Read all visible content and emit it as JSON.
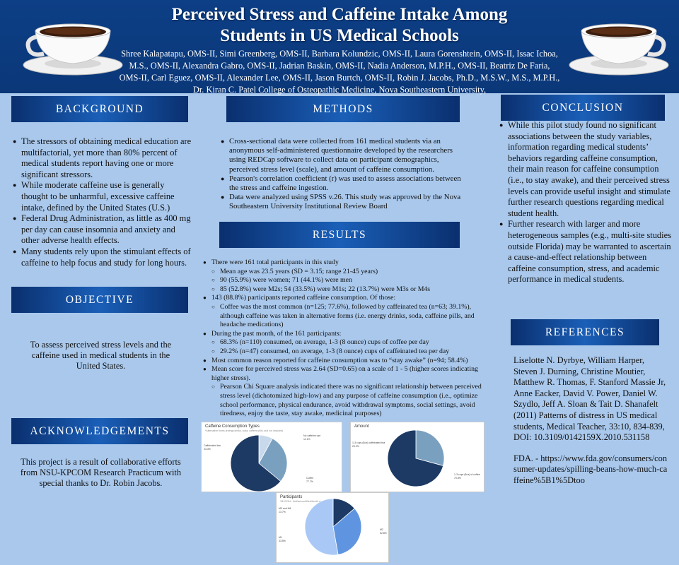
{
  "header": {
    "title_line1": "Perceived Stress and Caffeine Intake Among",
    "title_line2": "Students in US Medical Schools",
    "authors_line1": "Shree Kalapatapu, OMS-II, Simi Greenberg, OMS-II, Barbara Kolundzic, OMS-II, Laura Gorenshtein, OMS-II, Issac Ichoa,",
    "authors_line2": "M.S., OMS-II, Alexandra Gabro, OMS-II, Jadrian Baskin, OMS-II, Nadia Anderson, M.P.H., OMS-II, Beatriz De Faria,",
    "authors_line3": "OMS-II, Carl Eguez, OMS-II, Alexander Lee, OMS-II, Jason Burtch, OMS-II, Robin J. Jacobs, Ph.D., M.S.W., M.S., M.P.H.,",
    "authors_line4": "Dr. Kiran C. Patel College of Osteopathic Medicine, Nova Southeastern University,"
  },
  "background": {
    "heading": "BACKGROUND",
    "bullets": [
      "The stressors of obtaining medical education are multifactorial, yet more than 80% percent of medical students report having one or more significant stressors.",
      "While moderate caffeine use is generally thought to be unharmful, excessive caffeine intake, defined by the United States (U.S.)",
      "Federal Drug Administration, as little as 400 mg per day can cause insomnia and anxiety and other adverse health effects.",
      "Many students rely upon the stimulant effects of caffeine to help focus and study for long hours."
    ]
  },
  "objective": {
    "heading": "OBJECTIVE",
    "text": "To assess perceived stress levels and the caffeine used in medical students in the United States."
  },
  "acknowledgements": {
    "heading": "ACKNOWLEDGEMENTS",
    "text": "This project is a result of collaborative efforts from NSU-KPCOM Research Practicum with special thanks to Dr. Robin Jacobs."
  },
  "methods": {
    "heading": "METHODS",
    "bullets": [
      "Cross-sectional data were collected from 161 medical students via an anonymous self-administered questionnaire developed by the researchers using REDCap software to collect data on participant demographics, perceived stress level (scale), and amount of caffeine consumption.",
      "Pearson's correlation coefficient (r) was used to assess associations between the stress and caffeine ingestion.",
      "Data were analyzed using SPSS v.26. This study was approved by the Nova Southeastern University Institutional Review Board"
    ]
  },
  "results": {
    "heading": "RESULTS",
    "b1": "There were 161 total participants in this study",
    "b1s1": "Mean age was 23.5 years (SD = 3.15; range 21-45 years)",
    "b1s2": "90 (55.9%) were women; 71 (44.1%) were men",
    "b1s3": "85 (52.8%) were M2s; 54 (33.5%) were M1s; 22 (13.7%) were M3s or M4s",
    "b2": "143 (88.8%) participants reported caffeine consumption. Of those:",
    "b2s1": "Coffee was the most common (n=125; 77.6%), followed by caffeinated tea (n=63; 39.1%), although caffeine was taken in alternative forms (i.e. energy drinks, soda, caffeine pills, and headache medications)",
    "b3": "During the past month, of the 161 participants:",
    "b3s1": "68.3% (n=110) consumed, on average, 1-3 (8 ounce) cups of coffee per day",
    "b3s2": "29.2% (n=47) consumed, on average, 1-3 (8 ounce) cups of caffeinated tea per day",
    "b4": "Most common reason reported for caffeine consumption was to “stay awake” (n=94; 58.4%)",
    "b5": "Mean score for perceived stress was 2.64 (SD=0.65) on a scale of 1 - 5 (higher scores indicating higher stress).",
    "b5s1": "Pearson Chi Square analysis indicated there was no significant relationship between perceived stress level (dichotomized high-low) and any purpose of caffeine consumption (i.e., optimize school performance, physical endurance, avoid withdrawal symptoms, social settings, avoid tiredness, enjoy the taste, stay awake, medicinal purposes)"
  },
  "conclusion": {
    "heading": "CONCLUSION",
    "bullets": [
      "While this pilot study found no significant associations between the study variables, information regarding medical students’ behaviors regarding caffeine consumption, their main reason for caffeine consumption (i.e., to stay awake), and their perceived stress levels can provide useful insight and stimulate further research questions regarding medical student health.",
      "Further research with larger and more heterogeneous samples (e.g., multi-site studies outside Florida) may be warranted to ascertain a cause-and-effect relationship between caffeine consumption, stress, and academic performance in medical students."
    ]
  },
  "references": {
    "heading": "REFERENCES",
    "ref1": "Liselotte N. Dyrbye, William Harper, Steven J. Durning, Christine Moutier, Matthew R. Thomas, F. Stanford Massie Jr, Anne Eacker, David V. Power, Daniel W. Szydlo, Jeff A. Sloan & Tait D. Shanafelt (2011) Patterns of distress in US medical students, Medical Teacher, 33:10, 834-839, DOI: 10.3109/0142159X.2010.531158",
    "ref2": "FDA. - https://www.fda.gov/consumers/consumer-updates/spilling-beans-how-much-caffeine%5B1%5Dtoo"
  },
  "colors": {
    "page_bg": "#a9c8ec",
    "header_bg": "#0d3f86",
    "banner": "#1a5fb8",
    "pie_dark": "#1c3a63",
    "pie_mid": "#7aa0c0",
    "pie_light": "#c9d9ec",
    "pie_blue": "#5f95e0",
    "pie_pale": "#a9c8f5"
  },
  "chart_data": [
    {
      "type": "pie",
      "title": "Caffeine Consumption Types",
      "subtitle": "*Alternative forms (energy drinks, soda, caffeine pills, and not included)",
      "labels": [
        "No caffeine use",
        "Caffeinated tea",
        "Coffee"
      ],
      "label_values": [
        "11.1%",
        "33.3%",
        "77.7%"
      ],
      "values": [
        8,
        28,
        64
      ]
    },
    {
      "type": "pie",
      "title": "Amount",
      "labels": [
        "1-3 cups (8oz) caffeinated tea",
        "1-3 cups (8oz) of coffee"
      ],
      "label_values": [
        "29.2%",
        "70.8%"
      ],
      "values": [
        29.2,
        70.8
      ]
    },
    {
      "type": "pie",
      "title": "Participants",
      "subtitle": "*M1/2/3/4 - first/second/third/fourth year medical student",
      "labels": [
        "M3 and M4",
        "M1",
        "M2"
      ],
      "label_values": [
        "13.7%",
        "33.5%",
        "52.8%"
      ],
      "values": [
        13.7,
        33.5,
        52.8
      ]
    }
  ]
}
